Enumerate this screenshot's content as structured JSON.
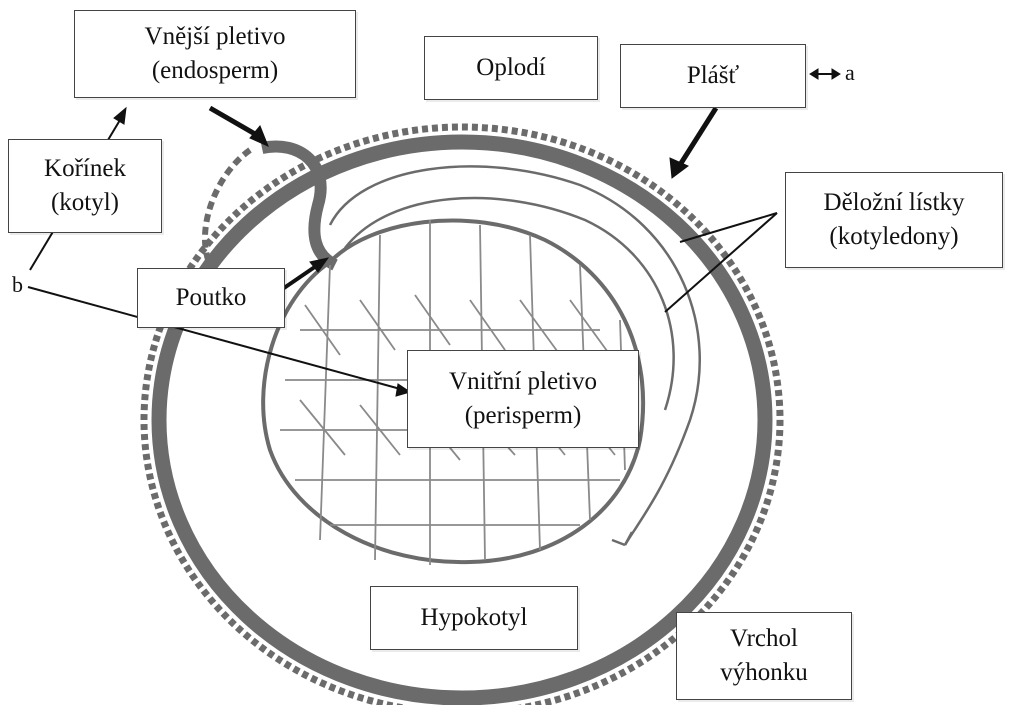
{
  "labels": {
    "outer_tissue": {
      "line1": "Vnější pletivo",
      "line2": "(endosperm)"
    },
    "pericarp": "Oplodí",
    "seed_coat": "Plášť",
    "radicle": {
      "line1": "Kořínek",
      "line2": "(kotyl)"
    },
    "cotyledons": {
      "line1": "Děložní lístky",
      "line2": "(kotyledony)"
    },
    "funicle": "Poutko",
    "inner_tissue": {
      "line1": "Vnitřní pletivo",
      "line2": "(perisperm)"
    },
    "hypocotyl": "Hypokotyl",
    "shoot_apex": {
      "line1": "Vrchol",
      "line2": "výhonku"
    }
  },
  "markers": {
    "a": "a",
    "b": "b"
  },
  "colors": {
    "structure": "#6b6b6b",
    "line": "#111111",
    "fill": "#ffffff"
  }
}
